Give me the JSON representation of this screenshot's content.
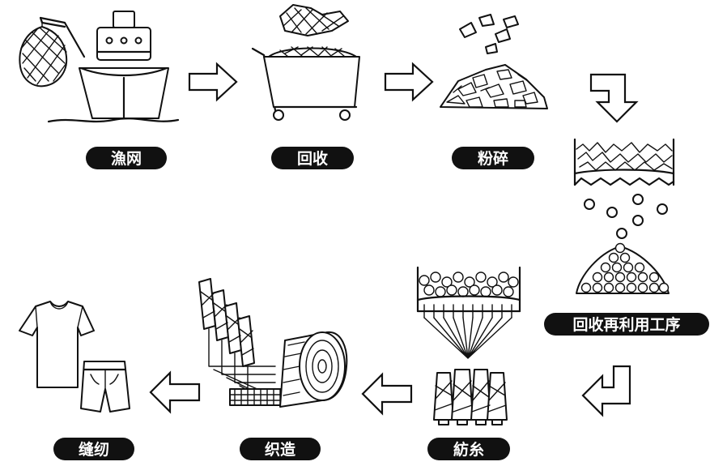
{
  "steps": [
    {
      "id": "fishing-net",
      "label": "漁网",
      "icon": "ship-with-net-icon"
    },
    {
      "id": "recycle",
      "label": "回收",
      "icon": "recycle-cart-icon"
    },
    {
      "id": "crush",
      "label": "粉碎",
      "icon": "crushed-pieces-icon"
    },
    {
      "id": "reprocess",
      "label": "回收再利用工序",
      "icon": "pellet-hopper-icon"
    },
    {
      "id": "spinning",
      "label": "紡糸",
      "icon": "spinning-spools-icon"
    },
    {
      "id": "weaving",
      "label": "织造",
      "icon": "loom-fabric-roll-icon"
    },
    {
      "id": "sewing",
      "label": "缝纫",
      "icon": "clothing-icon"
    }
  ],
  "colors": {
    "ink": "#111111",
    "paper": "#ffffff"
  }
}
